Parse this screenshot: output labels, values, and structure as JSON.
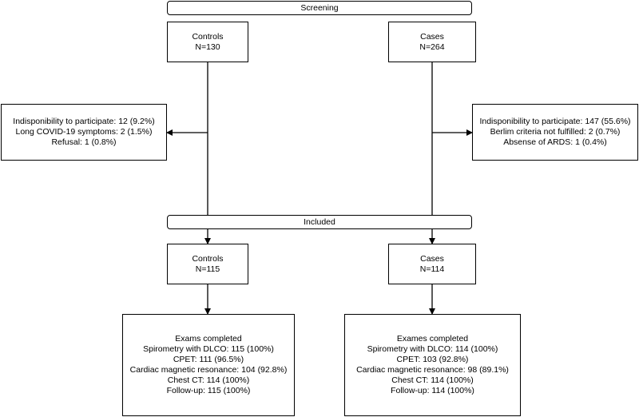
{
  "screening": {
    "label": "Screening"
  },
  "included": {
    "label": "Included"
  },
  "controls_screen": {
    "lines": [
      "Controls",
      "N=130"
    ]
  },
  "cases_screen": {
    "lines": [
      "Cases",
      "N=264"
    ]
  },
  "controls_excluded": {
    "lines": [
      "Indisponibility to participate: 12 (9.2%)",
      "Long COVID-19 symptoms: 2 (1.5%)",
      "Refusal: 1 (0.8%)"
    ]
  },
  "cases_excluded": {
    "lines": [
      "Indisponibility to participate: 147 (55.6%)",
      "Berlim criteria not fulfilled: 2 (0.7%)",
      "Absense of ARDS: 1 (0.4%)"
    ]
  },
  "controls_included": {
    "lines": [
      "Controls",
      "N=115"
    ]
  },
  "cases_included": {
    "lines": [
      "Cases",
      "N=114"
    ]
  },
  "controls_exams": {
    "lines": [
      "Exams completed",
      "Spirometry with DLCO: 115 (100%)",
      "CPET: 111 (96.5%)",
      "Cardiac magnetic resonance: 104 (92.8%)",
      "Chest CT: 114 (100%)",
      "Follow-up: 115 (100%)"
    ]
  },
  "cases_exams": {
    "lines": [
      "Exames completed",
      "Spirometry with DLCO: 114 (100%)",
      "CPET: 103 (92.8%)",
      "Cardiac magnetic resonance: 98 (89.1%)",
      "Chest CT: 114 (100%)",
      "Follow-up: 114 (100%)"
    ]
  }
}
